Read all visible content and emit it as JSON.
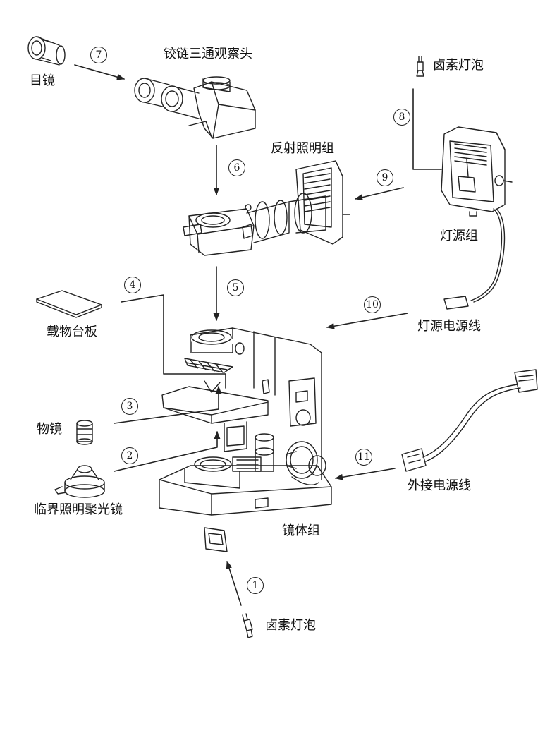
{
  "labels": {
    "eyepiece": "目镜",
    "trinocular_head": "铰链三通观察头",
    "halogen_bulb_top": "卤素灯泡",
    "reflected_light_unit": "反射照明组",
    "lamp_housing": "灯源组",
    "lamp_power_cord": "灯源电源线",
    "stage_plate": "载物台板",
    "objective": "物镜",
    "condenser": "临界照明聚光镜",
    "external_power_cord": "外接电源线",
    "body_assembly": "镜体组",
    "halogen_bulb_bottom": "卤素灯泡"
  },
  "steps": {
    "s1": "1",
    "s2": "2",
    "s3": "3",
    "s4": "4",
    "s5": "5",
    "s6": "6",
    "s7": "7",
    "s8": "8",
    "s9": "9",
    "s10": "10",
    "s11": "11"
  },
  "colors": {
    "line": "#222222",
    "background": "#ffffff"
  }
}
